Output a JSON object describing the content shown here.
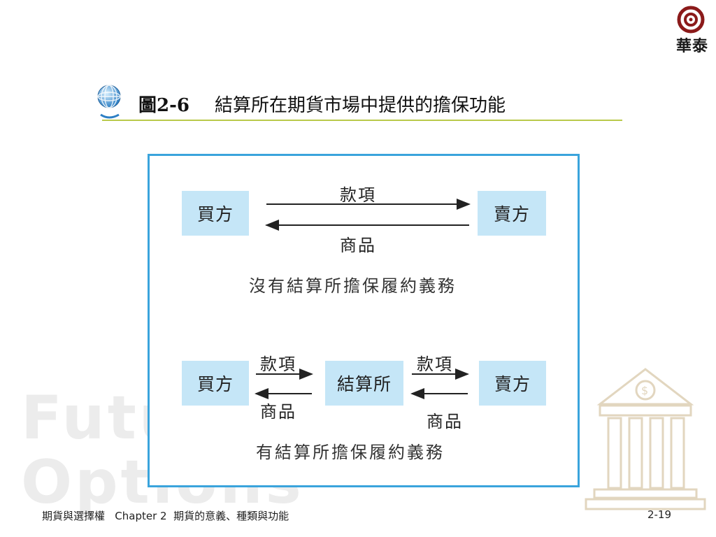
{
  "logo": {
    "text": "華泰"
  },
  "title": {
    "number": "圖2-6",
    "text": "結算所在期貨市場中提供的擔保功能"
  },
  "watermark": {
    "line1": "Futu",
    "line2": "Options"
  },
  "diagram": {
    "top": {
      "buyer": "買方",
      "seller": "賣方",
      "payment": "款項",
      "goods": "商品",
      "caption": "沒有結算所擔保履約義務"
    },
    "bottom": {
      "buyer": "買方",
      "clearing": "結算所",
      "seller": "賣方",
      "payment_left": "款項",
      "payment_right": "款項",
      "goods_left": "商品",
      "goods_right": "商品",
      "caption": "有結算所擔保履約義務"
    }
  },
  "footer": {
    "left": "期貨與選擇權   Chapter 2  期貨的意義、種類與功能",
    "page": "2-19"
  },
  "colors": {
    "frame": "#3aa4dc",
    "box": "#c5e6f7",
    "title_rule": "#b9c94b",
    "logo": "#8b1a1a"
  }
}
